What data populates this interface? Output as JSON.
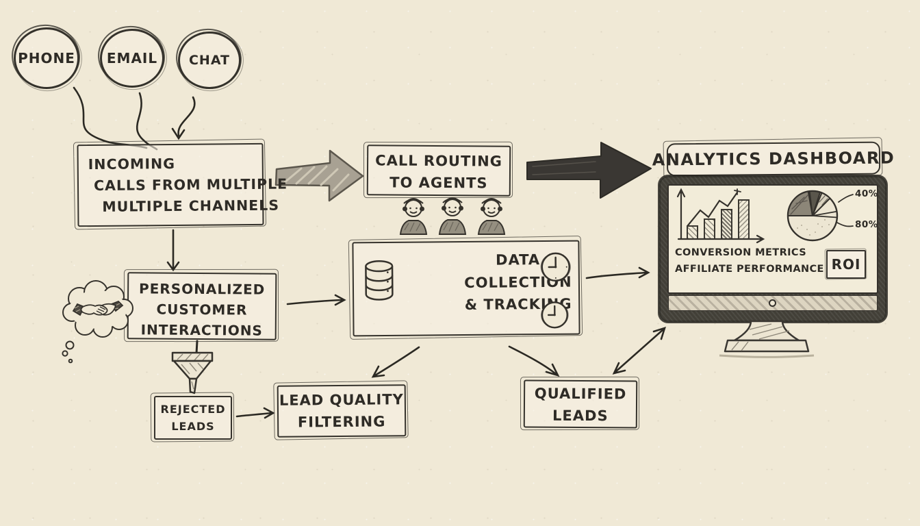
{
  "colors": {
    "background": "#f0e9d6",
    "ink": "#2e2b26",
    "arrow_gray": "#a8a193",
    "arrow_dark": "#3a3733",
    "bezel_dark": "#45423a"
  },
  "channels": {
    "phone": "PHONE",
    "email": "EMAIL",
    "chat": "CHAT"
  },
  "boxes": {
    "incoming": {
      "line1": "INCOMING",
      "line2": "CALLS FROM MULTIPLE",
      "line3": "MULTIPLE CHANNELS"
    },
    "call_routing": {
      "line1": "CALL ROUTING",
      "line2": "TO AGENTS"
    },
    "personalized": {
      "line1": "PERSONALIZED",
      "line2": "CUSTOMER",
      "line3": "INTERACTIONS"
    },
    "data_collection": {
      "line1": "DATA",
      "line2": "COLLECTION",
      "line3": "& TRACKING"
    },
    "rejected": {
      "line1": "REJECTED",
      "line2": "LEADS"
    },
    "lead_quality": {
      "line1": "LEAD QUALITY",
      "line2": "FILTERING"
    },
    "qualified": {
      "line1": "QUALIFIED",
      "line2": "LEADS"
    }
  },
  "dashboard": {
    "title": "ANALYTICS DASHBOARD",
    "metric1": "CONVERSION METRICS",
    "metric2": "AFFILIATE PERFORMANCE",
    "roi": "ROI",
    "chart_data": {
      "bar_chart": {
        "type": "bar",
        "values_pct": [
          30,
          46,
          66,
          88
        ],
        "trend": "rising zigzag line"
      },
      "pie_chart": {
        "type": "pie",
        "slice_labels": [
          "40%",
          "80%"
        ]
      }
    }
  },
  "icons": {
    "agents": "three support agents with headsets",
    "database": "database cylinder",
    "clock": "clock face",
    "funnel": "filter funnel",
    "handshake": "handshake in thought bubble",
    "monitor": "desktop monitor with stand"
  }
}
